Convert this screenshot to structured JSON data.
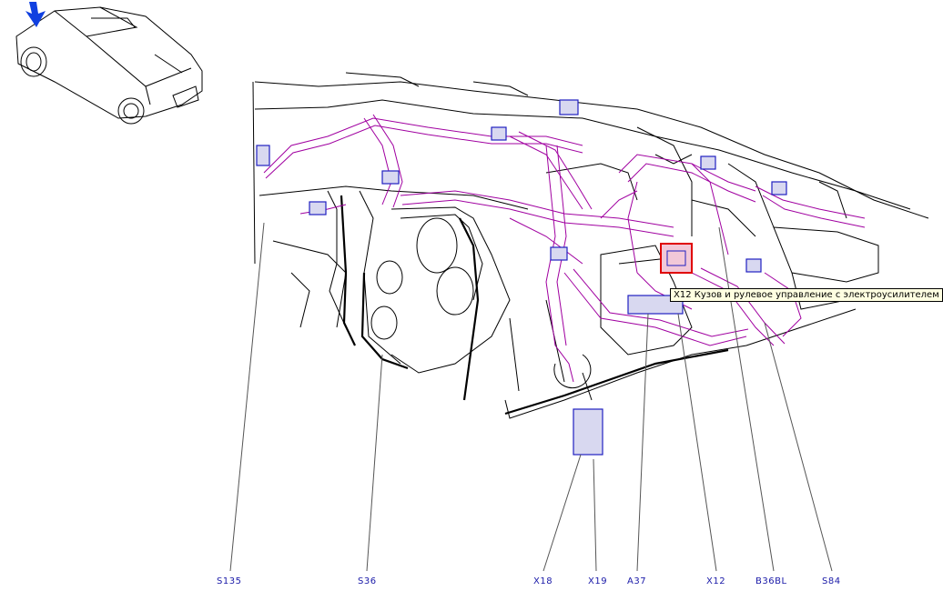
{
  "diagram": {
    "callouts": [
      {
        "id": "S135"
      },
      {
        "id": "S36"
      },
      {
        "id": "X18"
      },
      {
        "id": "X19"
      },
      {
        "id": "A37"
      },
      {
        "id": "X12"
      },
      {
        "id": "B36BL"
      },
      {
        "id": "S84"
      }
    ],
    "tooltip": "X12 Кузов и рулевое управление с электроусилителем",
    "colors": {
      "wire_harness": "#a000a0",
      "connector": "#2020c0",
      "outline": "#000000",
      "highlight": "#e00000",
      "label": "#1a1aa8",
      "arrow": "#1040e0"
    },
    "icons": [
      "car-orientation-icon",
      "view-arrow-icon"
    ]
  }
}
